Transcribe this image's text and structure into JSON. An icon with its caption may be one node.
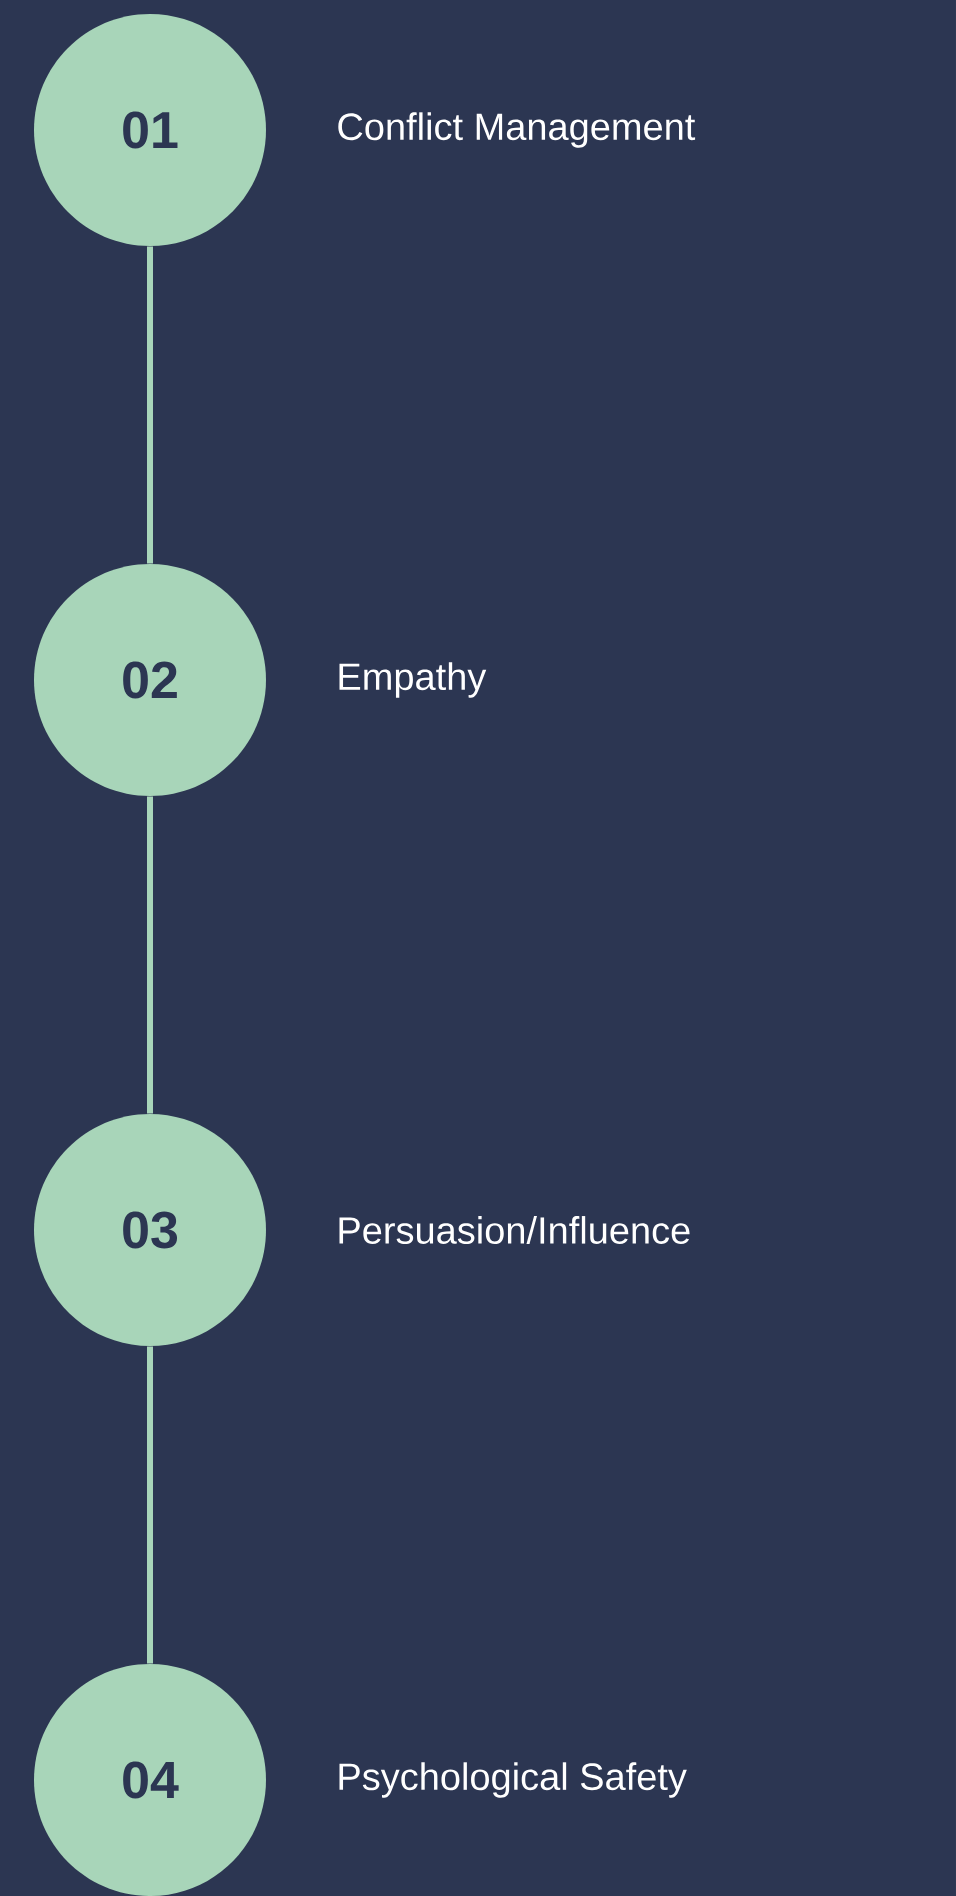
{
  "diagram": {
    "nodes": [
      {
        "text": [
          "01"
        ],
        "beside": [
          "Conflict Management"
        ]
      },
      {
        "text": [
          "02"
        ],
        "beside": [
          "Empathy"
        ]
      },
      {
        "text": [
          "03"
        ],
        "beside": [
          "Persuasion/Influence"
        ]
      },
      {
        "text": [
          "04"
        ],
        "beside": [
          "Psychological Safety"
        ]
      }
    ],
    "edges": [
      {
        "from": 0,
        "to": 1,
        "arrow": "none"
      },
      {
        "from": 1,
        "to": 2,
        "arrow": "none"
      },
      {
        "from": 2,
        "to": 3,
        "arrow": "none"
      }
    ]
  }
}
